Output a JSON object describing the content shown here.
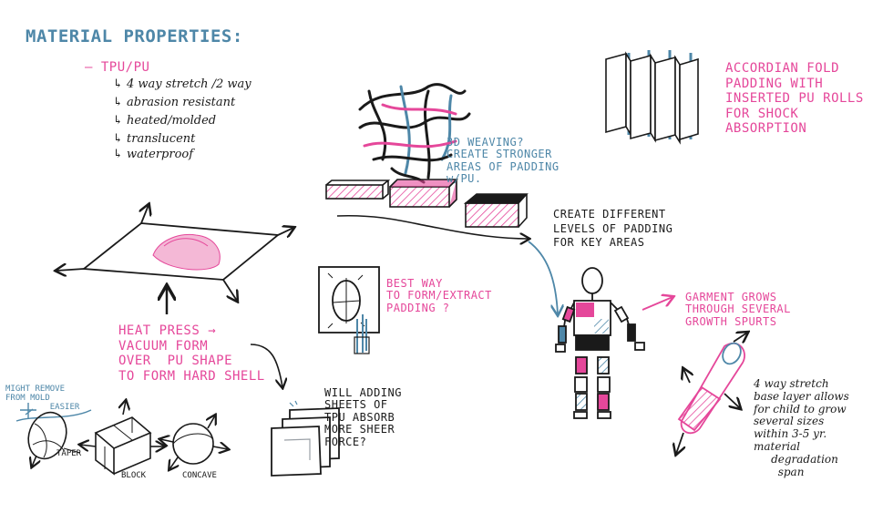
{
  "colors": {
    "blue": "#4e87a8",
    "pink": "#e5479a",
    "black": "#1a1a1a"
  },
  "material": {
    "title": "MATERIAL PROPERTIES:",
    "heading": "– TPU/PU",
    "props": [
      "↳ 4 way stretch /2 way",
      "↳ abrasion resistant",
      "↳ heated/molded",
      "↳ translucent",
      "↳ waterproof"
    ]
  },
  "notes": {
    "weaving": "3D WEAVING?\nCREATE STRONGER\nAREAS OF PADDING\nw/PU.",
    "accordion": "ACCORDIAN FOLD\nPADDING WITH\nINSERTED PU ROLLS\nFOR SHOCK\nABSORPTION",
    "levels": "CREATE DIFFERENT\nLEVELS OF PADDING\nFOR KEY AREAS",
    "extract": "BEST WAY\nTO FORM/EXTRACT\nPADDING ?",
    "heatpress": "HEAT PRESS →\nVACUUM FORM\nOVER  PU SHAPE\nTO FORM HARD SHELL",
    "sheets": "WILL ADDING\nSHEETS OF\nTPU ABSORB\nMORE SHEER\nFORCE?",
    "garment": "GARMENT GROWS\nTHROUGH SEVERAL\nGROWTH SPURTS",
    "stretch": "4 way stretch\nbase layer allows\nfor child to grow\nseveral sizes\nwithin 3-5 yr.\nmaterial\n     degradation\n       span",
    "mold": "MIGHT REMOVE\nFROM MOLD\n         EASIER"
  },
  "labels": {
    "taper": "TAPER",
    "block": "BLOCK",
    "concave": "CONCAVE"
  }
}
